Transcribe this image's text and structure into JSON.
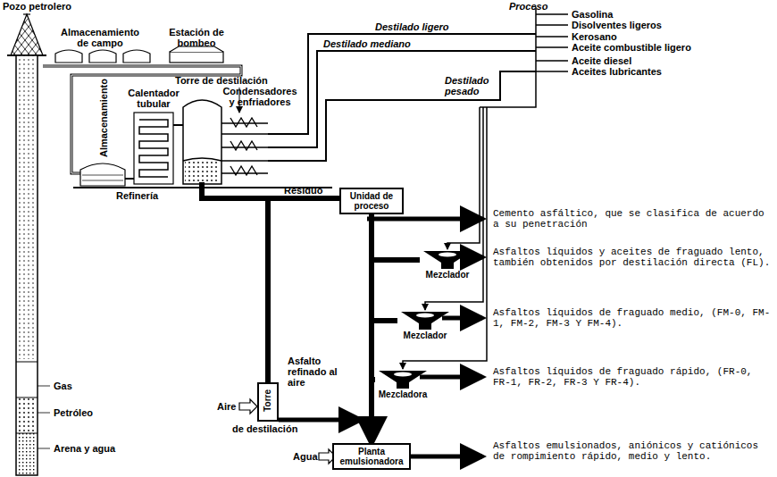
{
  "diagram": {
    "nodes": [
      {
        "text": [
          "Unidad de proceso"
        ]
      },
      {
        "text": [
          "Torre",
          "de destilación"
        ]
      },
      {
        "text": [
          "Planta emulsionadora"
        ]
      },
      {
        "text": [
          "Mezclador"
        ]
      },
      {
        "text": [
          "Mezclador"
        ]
      },
      {
        "text": [
          "Mezcladora"
        ]
      }
    ],
    "edges": [
      {
        "from": 0,
        "to": 3,
        "arrow": "none"
      },
      {
        "from": 0,
        "to": 4,
        "arrow": "none"
      },
      {
        "from": 0,
        "to": 5,
        "arrow": "none"
      },
      {
        "from": 0,
        "to": 2,
        "arrow": "to"
      }
    ],
    "labels": [
      "Pozo petrolero",
      "Almacenamiento de campo",
      "Estación de bombeo",
      "Almacenamiento",
      "Calentador tubular",
      "Torre de destilación",
      "Condensadores y enfriadores",
      "Refinería",
      "Residuo",
      "Destilado ligero",
      "Destilado mediano",
      "Destilado pesado",
      "Proceso",
      "Gasolina",
      "Disolventes ligeros",
      "Kerosano",
      "Aceite combustible ligero",
      "Aceite diesel",
      "Aceites lubricantes",
      "Aire",
      "Asfalto refinado al aire",
      "Agua",
      "Gas",
      "Petróleo",
      "Arena y agua",
      "Cemento asfáltico, que se clasifica de acuerdo a su penetración",
      "Asfaltos líquidos y aceites de fraguado lento, también obtenidos por destilación directa (FL).",
      "Asfaltos líquidos de fraguado medio, (FM-0, FM-1, FM-2, FM-3 Y FM-4).",
      "Asfaltos líquidos de fraguado rápido, (FR-0, FR-1, FR-2, FR-3 Y FR-4).",
      "Asfaltos emulsionados, aniónicos y catiónicos de rompimiento rápido, medio y lento."
    ]
  }
}
